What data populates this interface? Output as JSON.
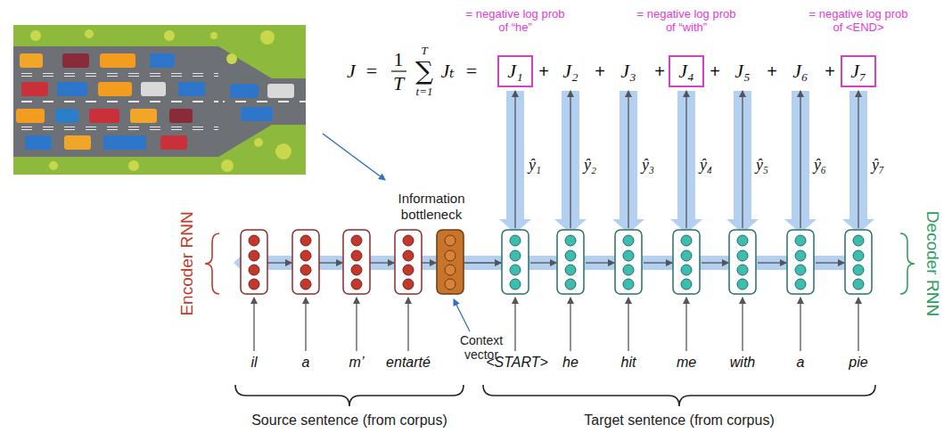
{
  "diagram": {
    "nodes": [
      {
        "text": [
          "J₁"
        ]
      },
      {
        "text": [
          "J₄"
        ]
      },
      {
        "text": [
          "J₇"
        ]
      }
    ],
    "labels": [
      "= negative log prob of “he”",
      "= negative log prob of “with”",
      "= negative log prob of <END>",
      "J",
      "=",
      "1",
      "T",
      "T",
      "∑",
      "t=1",
      "Jₜ",
      "=",
      "J₂",
      "J₃",
      "J₅",
      "J₆",
      "+",
      "+",
      "+",
      "+",
      "+",
      "+",
      "ŷ₁",
      "ŷ₂",
      "ŷ₃",
      "ŷ₄",
      "ŷ₅",
      "ŷ₆",
      "ŷ₇",
      "Information bottleneck",
      "Encoder RNN",
      "Decoder RNN",
      "Context vector",
      "il",
      "a",
      "m’",
      "entarté",
      "<START>",
      "he",
      "hit",
      "me",
      "with",
      "a",
      "pie",
      "Source sentence (from corpus)",
      "Target sentence (from corpus)"
    ]
  }
}
